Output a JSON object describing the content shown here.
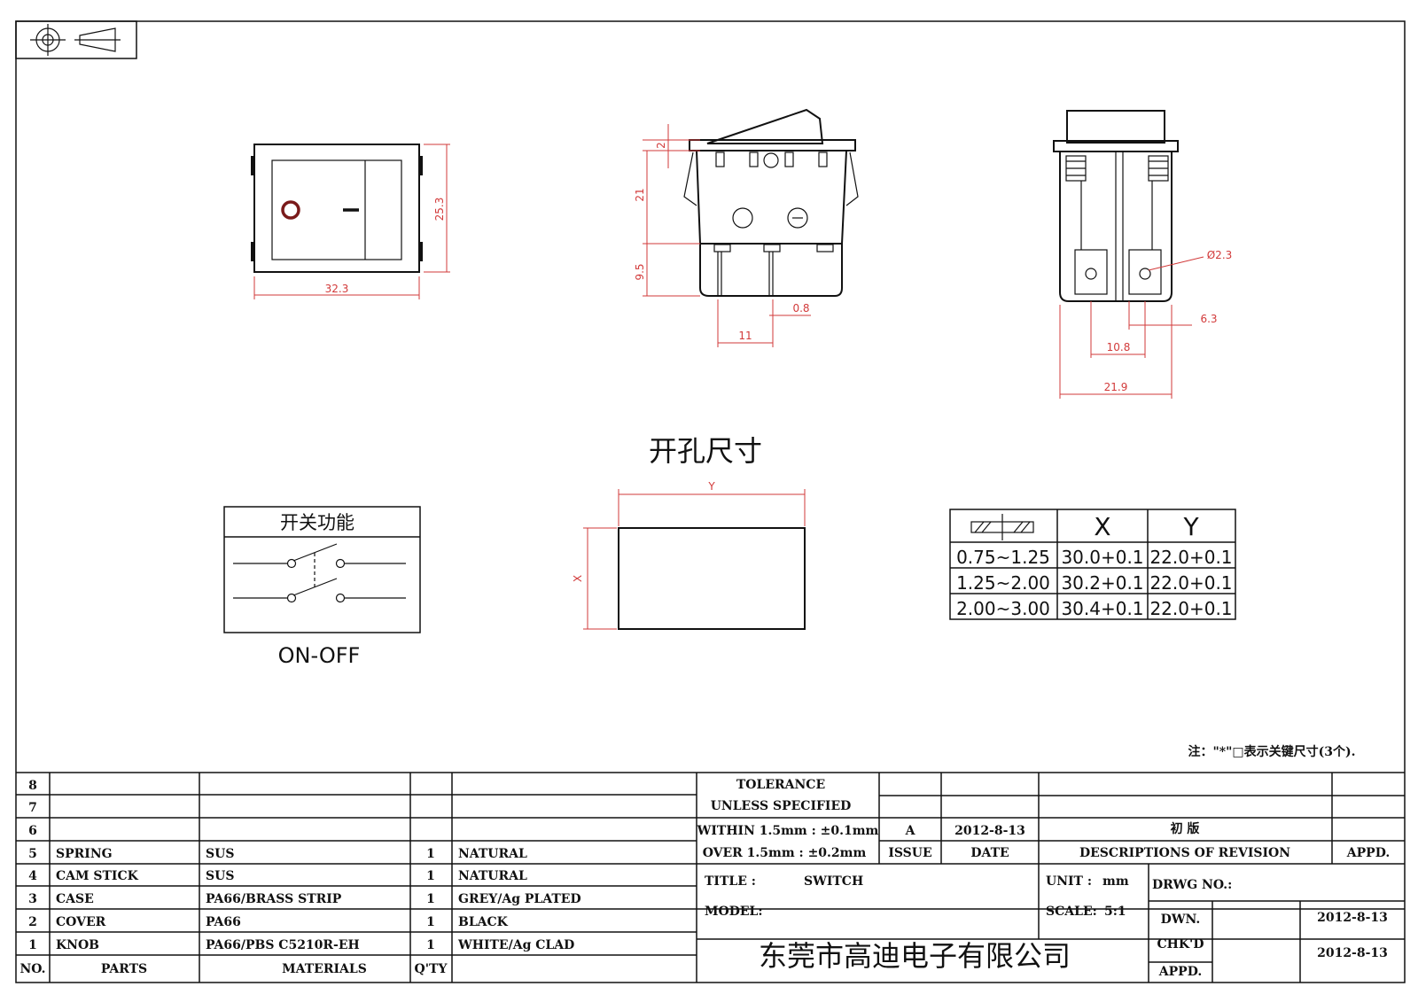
{
  "colors": {
    "line": "#111111",
    "dimension": "#d23a3a",
    "paper": "#ffffff"
  },
  "icons": {
    "projection_symbol": "first-angle-projection-icon"
  },
  "front_view": {
    "symbol_off": "O",
    "symbol_on": "—",
    "width": "32.3",
    "height": "25.3"
  },
  "side_view": {
    "d_2": "2",
    "d_21": "21",
    "d_9_5": "9.5",
    "d_0_8": "0.8",
    "d_11": "11"
  },
  "end_view": {
    "d_hole": "Ø2.3",
    "d_6_3": "6.3",
    "d_10_8": "10.8",
    "d_21_9": "21.9"
  },
  "cutout": {
    "title": "开孔尺寸",
    "dim_x": "X",
    "dim_y": "Y"
  },
  "switch_function": {
    "title": "开关功能",
    "label": "ON-OFF"
  },
  "cutout_table": {
    "headers": [
      "X",
      "Y"
    ],
    "rows": [
      [
        "0.75~1.25",
        "30.0+0.1",
        "22.0+0.1"
      ],
      [
        "1.25~2.00",
        "30.2+0.1",
        "22.0+0.1"
      ],
      [
        "2.00~3.00",
        "30.4+0.1",
        "22.0+0.1"
      ]
    ]
  },
  "note": "注：\"*\"□表示关键尺寸(3个).",
  "bom": {
    "rows": [
      {
        "no": "8",
        "part": "",
        "material": "",
        "qty": "",
        "finish": ""
      },
      {
        "no": "7",
        "part": "",
        "material": "",
        "qty": "",
        "finish": ""
      },
      {
        "no": "6",
        "part": "",
        "material": "",
        "qty": "",
        "finish": ""
      },
      {
        "no": "5",
        "part": "SPRING",
        "material": "SUS",
        "qty": "1",
        "finish": "NATURAL"
      },
      {
        "no": "4",
        "part": "CAM STICK",
        "material": "SUS",
        "qty": "1",
        "finish": "NATURAL"
      },
      {
        "no": "3",
        "part": "CASE",
        "material": "PA66/BRASS STRIP",
        "qty": "1",
        "finish": "GREY/Ag PLATED"
      },
      {
        "no": "2",
        "part": "COVER",
        "material": "PA66",
        "qty": "1",
        "finish": "BLACK"
      },
      {
        "no": "1",
        "part": "KNOB",
        "material": "PA66/PBS C5210R-EH",
        "qty": "1",
        "finish": "WHITE/Ag CLAD"
      }
    ],
    "headers": {
      "no": "NO.",
      "part": "PARTS",
      "material": "MATERIALS",
      "qty": "Q'TY"
    }
  },
  "tolerance": {
    "line1": "TOLERANCE",
    "line2": "UNLESS  SPECIFIED",
    "line3": "WITHIN 1.5mm : ±0.1mm",
    "line4": "OVER 1.5mm : ±0.2mm"
  },
  "revision": {
    "issue": "A",
    "date": "2012-8-13",
    "description": "初  版",
    "h_issue": "ISSUE",
    "h_date": "DATE",
    "h_desc": "DESCRIPTIONS OF REVISION",
    "h_appd": "APPD."
  },
  "title_block": {
    "title_label": "TITLE :",
    "title_value": "SWITCH",
    "unit_label": "UNIT :",
    "unit_value": "mm",
    "drwg_label": "DRWG NO.:",
    "model_label": "MODEL:",
    "scale_label": "SCALE:",
    "scale_value": "5:1",
    "company": "东莞市高迪电子有限公司",
    "dwn_label": "DWN.",
    "dwn_date": "2012-8-13",
    "chkd_label": "CHK'D",
    "chkd_date": "2012-8-13",
    "appd_label": "APPD."
  }
}
